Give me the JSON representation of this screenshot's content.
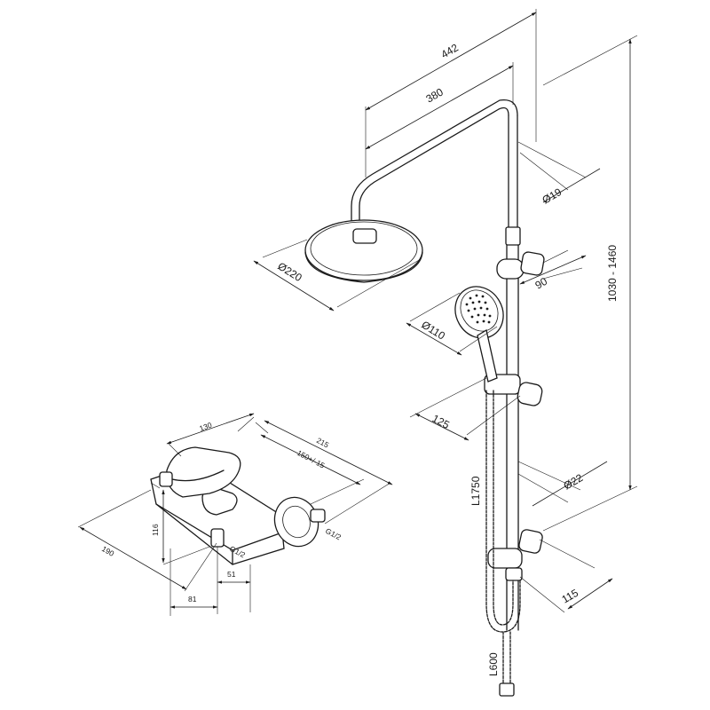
{
  "dimensions": {
    "width_442": "442",
    "width_380": "380",
    "dia_19": "Ø19",
    "range_1030_1460": "1030 - 1460",
    "dia_220": "Ø220",
    "depth_90": "90",
    "dia_110": "Ø110",
    "len_125": "125",
    "dia_22": "Ø22",
    "hose_1750": "L1750",
    "len_115": "115",
    "hose_600": "L600"
  },
  "mixer": {
    "d130": "130",
    "d215": "215",
    "d150": "150+/-15",
    "d116": "116",
    "d190": "190",
    "g_half_bottom": "G1/2",
    "g_half_side": "G1/2",
    "d81": "81",
    "d51": "51"
  }
}
